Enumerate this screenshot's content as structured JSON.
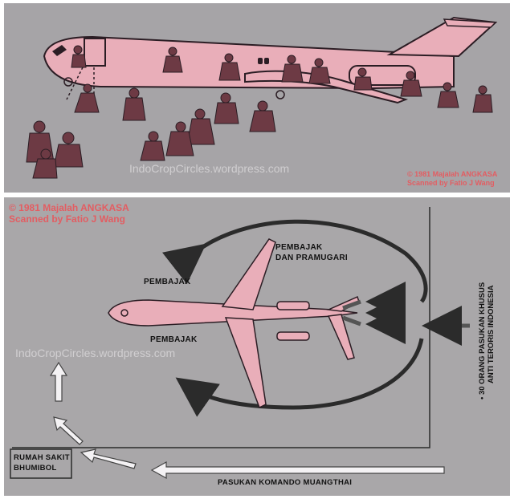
{
  "top_panel": {
    "credit_line1": "© 1981 Majalah ANGKASA",
    "credit_line2": "Scanned by Fatio J Wang",
    "watermark": "IndoCropCircles.wordpress.com"
  },
  "bottom_panel": {
    "credit_line1": "© 1981 Majalah ANGKASA",
    "credit_line2": "Scanned by Fatio J Wang",
    "watermark": "IndoCropCircles.wordpress.com",
    "labels": {
      "hijacker_left": "PEMBAJAK",
      "hijacker_bottom": "PEMBAJAK",
      "hijacker_stewardess_1": "PEMBAJAK",
      "hijacker_stewardess_2": "DAN PRAMUGARI",
      "hospital_1": "RUMAH SAKIT",
      "hospital_2": "BHUMIBOL",
      "thai_commando": "PASUKAN KOMANDO MUANGTHAI",
      "indo_force_1": "• 30 ORANG PASUKAN KHUSUS",
      "indo_force_2": "ANTI TERORIS INDONESIA"
    }
  },
  "colors": {
    "aircraft_fill": "#e9aeb9",
    "aircraft_outline": "#2b1d24",
    "soldier_fill": "#6d3a44",
    "credit_red": "#e35d62",
    "panel_gray": "#a6a4a7"
  }
}
